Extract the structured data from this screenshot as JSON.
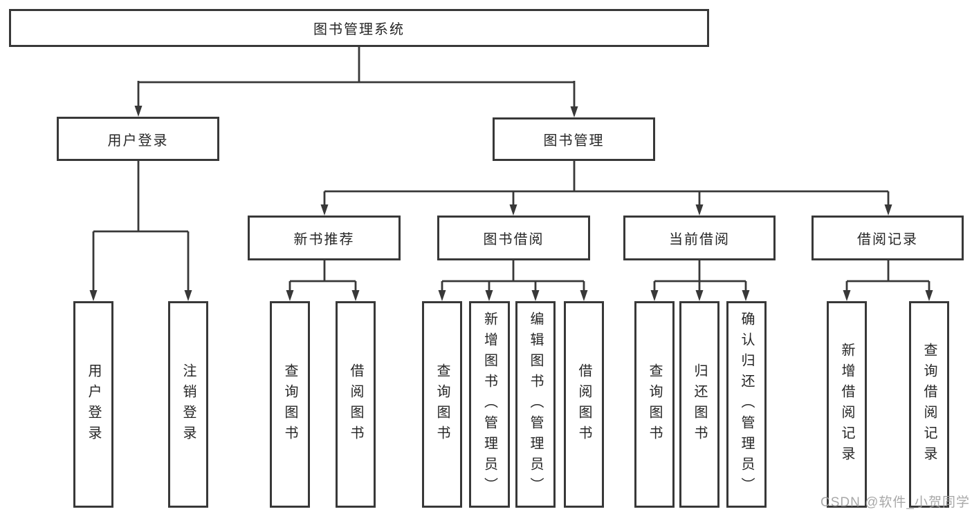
{
  "colors": {
    "line": "#383838",
    "box_border": "#383838",
    "text": "#262626",
    "background": "#ffffff",
    "watermark": "#9e9e9e"
  },
  "watermark": {
    "text": "CSDN @软件_小贺同学"
  },
  "tree": {
    "label": "图书管理系统",
    "children": [
      {
        "label": "用户登录",
        "children": [
          {
            "label": "用户登录"
          },
          {
            "label": "注销登录"
          }
        ]
      },
      {
        "label": "图书管理",
        "children": [
          {
            "label": "新书推荐",
            "children": [
              {
                "label": "查询图书"
              },
              {
                "label": "借阅图书"
              }
            ]
          },
          {
            "label": "图书借阅",
            "children": [
              {
                "label": "查询图书"
              },
              {
                "label": "新增图书（管理员）"
              },
              {
                "label": "编辑图书（管理员）"
              },
              {
                "label": "借阅图书"
              }
            ]
          },
          {
            "label": "当前借阅",
            "children": [
              {
                "label": "查询图书"
              },
              {
                "label": "归还图书"
              },
              {
                "label": "确认归还（管理员）"
              }
            ]
          },
          {
            "label": "借阅记录",
            "children": [
              {
                "label": "新增借阅记录"
              },
              {
                "label": "查询借阅记录"
              }
            ]
          }
        ]
      }
    ]
  }
}
